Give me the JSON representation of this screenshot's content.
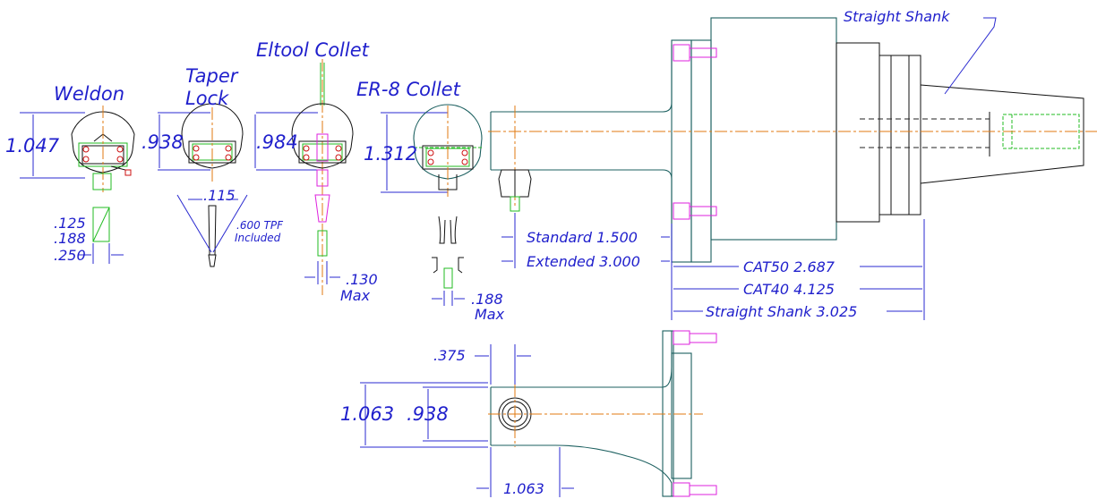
{
  "labels": {
    "weldon": "Weldon",
    "taper_lock_1": "Taper",
    "taper_lock_2": "Lock",
    "eltool_collet": "Eltool  Collet",
    "er8_collet": "ER-8  Collet",
    "straight_shank": "Straight  Shank"
  },
  "dimensions": {
    "weldon_height": "1.047",
    "taper_height": ".938",
    "eltool_height": ".984",
    "er8_height": "1.312",
    "shank_125": ".125",
    "shank_188": ".188",
    "shank_250": ".250",
    "taper_115": ".115",
    "tpf_1": ".600  TPF",
    "tpf_2": "Included",
    "eltool_130": ".130",
    "eltool_max": "Max",
    "er8_188": ".188",
    "er8_max": "Max",
    "standard": "Standard  1.500",
    "extended": "Extended  3.000",
    "cat50": "CAT50  2.687",
    "cat40": "CAT40  4.125",
    "straight_shank_len": "Straight Shank  3.025",
    "bottom_375": ".375",
    "bottom_1063_v": "1.063",
    "bottom_938": ".938",
    "bottom_1063_h": "1.063"
  }
}
